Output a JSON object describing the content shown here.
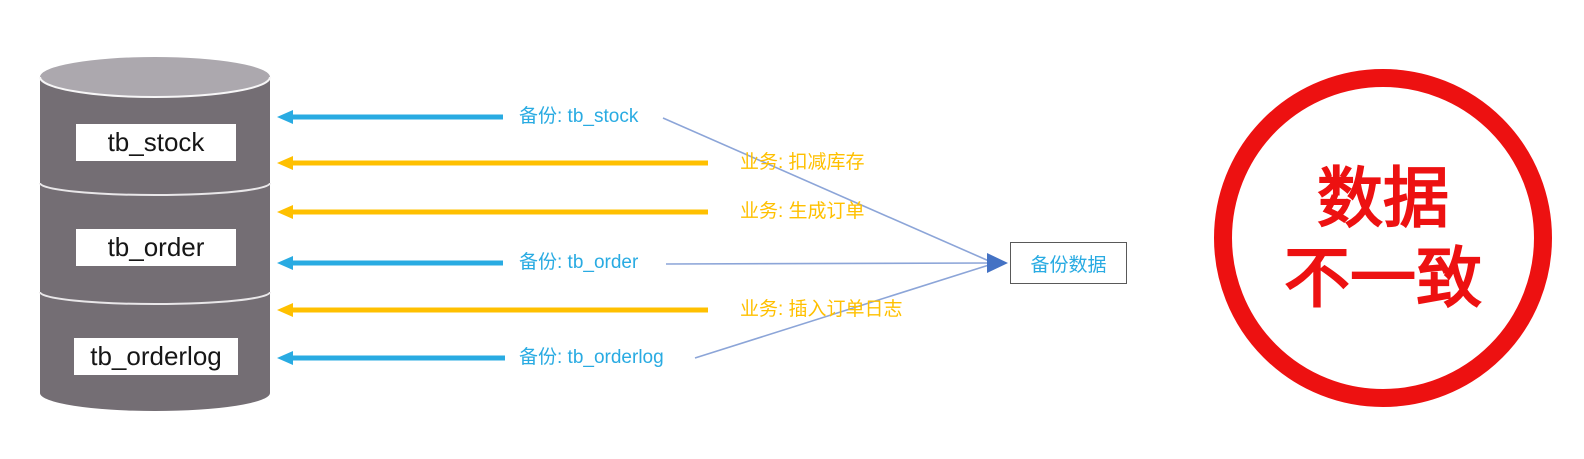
{
  "diagram_title": "database backup vs business writes causing inconsistent data",
  "database": {
    "tables": [
      "tb_stock",
      "tb_order",
      "tb_orderlog"
    ]
  },
  "flows": {
    "backup": [
      {
        "label": "备份: tb_stock"
      },
      {
        "label": "备份: tb_order"
      },
      {
        "label": "备份: tb_orderlog"
      }
    ],
    "business": [
      {
        "label": "业务: 扣减库存"
      },
      {
        "label": "业务: 生成订单"
      },
      {
        "label": "业务: 插入订单日志"
      }
    ]
  },
  "backup_box": {
    "label": "备份数据"
  },
  "warning": {
    "line1": "数据",
    "line2": "不一致"
  },
  "colors": {
    "backup_arrow": "#29ABE2",
    "business_arrow": "#FFC000",
    "connector_line": "#8CA5D8",
    "connector_head": "#4472C4",
    "warning_red": "#ED1111",
    "cylinder_body": "#746E74",
    "cylinder_top": "#ACA8AE",
    "box_border": "#595959"
  }
}
